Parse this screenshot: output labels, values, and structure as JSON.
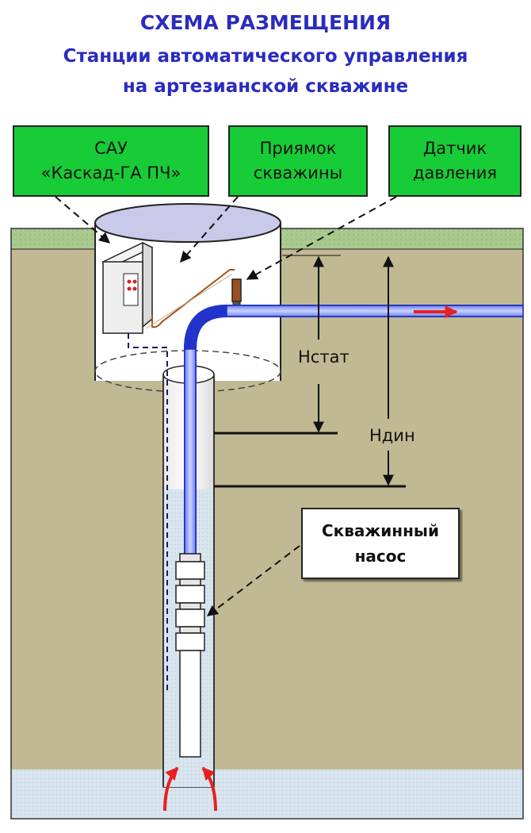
{
  "title": {
    "line1": "СХЕМА РАЗМЕЩЕНИЯ",
    "line2": "Станции автоматического управления",
    "line3": "на артезианской скважине"
  },
  "labels": {
    "sau_line1": "САУ",
    "sau_line2": "«Каскад-ГА ПЧ»",
    "pit_line1": "Приямок",
    "pit_line2": "скважины",
    "sensor_line1": "Датчик",
    "sensor_line2": "давления",
    "pump_line1": "Скважинный",
    "pump_line2": "насос",
    "h_static": "Нстат",
    "h_dynamic": "Ндин"
  },
  "colors": {
    "title": "#2b2bbf",
    "label_box": "#17cc37",
    "ground": "#c1b993",
    "grass": "#a6c78a",
    "water": "#d6e3ee",
    "pipe": "#2233cc",
    "flow_arrow": "#e82020"
  }
}
